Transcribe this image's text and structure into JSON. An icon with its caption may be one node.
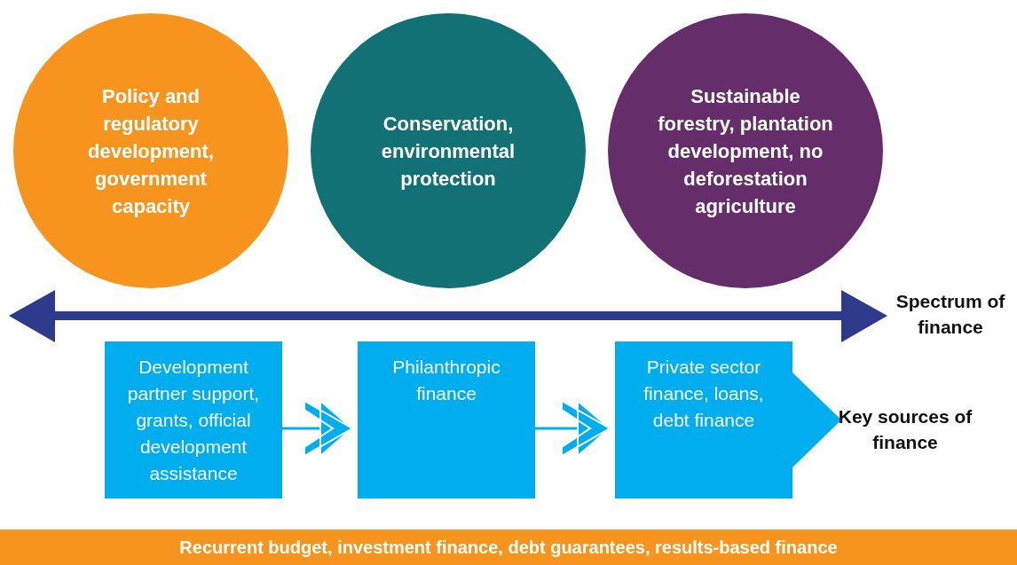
{
  "diagram": {
    "nodes": [
      {
        "text": [
          "Policy and regulatory development, government capacity"
        ]
      },
      {
        "text": [
          "Conservation, environmental protection"
        ]
      },
      {
        "text": [
          "Sustainable forestry, plantation development, no deforestation agriculture"
        ]
      },
      {
        "text": [
          "Development partner support, grants, official development assistance"
        ]
      },
      {
        "text": [
          "Philanthropic finance"
        ]
      },
      {
        "text": [
          "Private sector finance, loans, debt finance"
        ]
      },
      {
        "text": [
          "Recurrent budget, investment finance, debt guarantees, results-based finance"
        ]
      }
    ],
    "edges": [
      {
        "from": 3,
        "to": 4,
        "arrow": "to"
      },
      {
        "from": 4,
        "to": 5,
        "arrow": "to"
      }
    ],
    "labels": [
      "Spectrum of finance",
      "Key sources of finance"
    ]
  }
}
